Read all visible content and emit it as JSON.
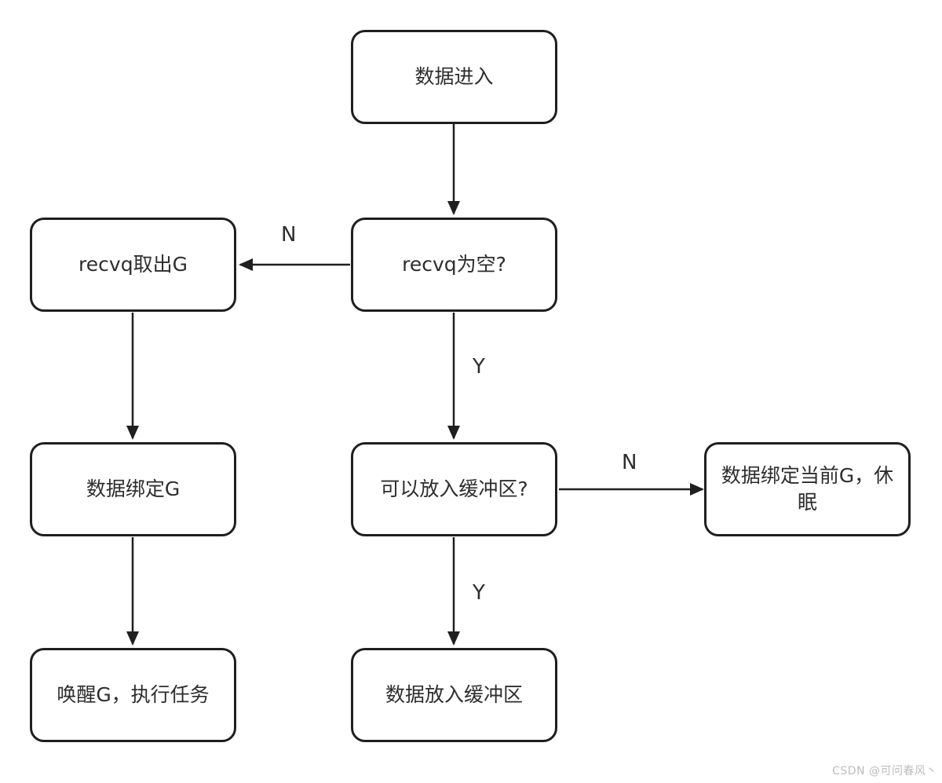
{
  "diagram": {
    "type": "flowchart",
    "nodes": [
      {
        "id": "start",
        "label": "数据进入"
      },
      {
        "id": "recvq-empty",
        "label": "recvq为空?"
      },
      {
        "id": "recvq-pop-g",
        "label": "recvq取出G"
      },
      {
        "id": "buffer-check",
        "label": "可以放入缓冲区?"
      },
      {
        "id": "bind-current-g",
        "label": "数据绑定当前G，休眠"
      },
      {
        "id": "bind-g",
        "label": "数据绑定G"
      },
      {
        "id": "wake-g",
        "label": "唤醒G，执行任务"
      },
      {
        "id": "put-buffer",
        "label": "数据放入缓冲区"
      }
    ],
    "edges": [
      {
        "from": "start",
        "to": "recvq-empty",
        "label": ""
      },
      {
        "from": "recvq-empty",
        "to": "recvq-pop-g",
        "label": "N"
      },
      {
        "from": "recvq-empty",
        "to": "buffer-check",
        "label": "Y"
      },
      {
        "from": "recvq-pop-g",
        "to": "bind-g",
        "label": ""
      },
      {
        "from": "bind-g",
        "to": "wake-g",
        "label": ""
      },
      {
        "from": "buffer-check",
        "to": "bind-current-g",
        "label": "N"
      },
      {
        "from": "buffer-check",
        "to": "put-buffer",
        "label": "Y"
      }
    ]
  },
  "watermark": {
    "text": "CSDN @可问春风丶"
  },
  "colors": {
    "background": "#ffffff",
    "node_fill": "#ffffff",
    "node_border": "#1f1f1f",
    "text": "#2d2d2d",
    "arrow": "#1f1f1f",
    "watermark": "#bcbcbc"
  }
}
